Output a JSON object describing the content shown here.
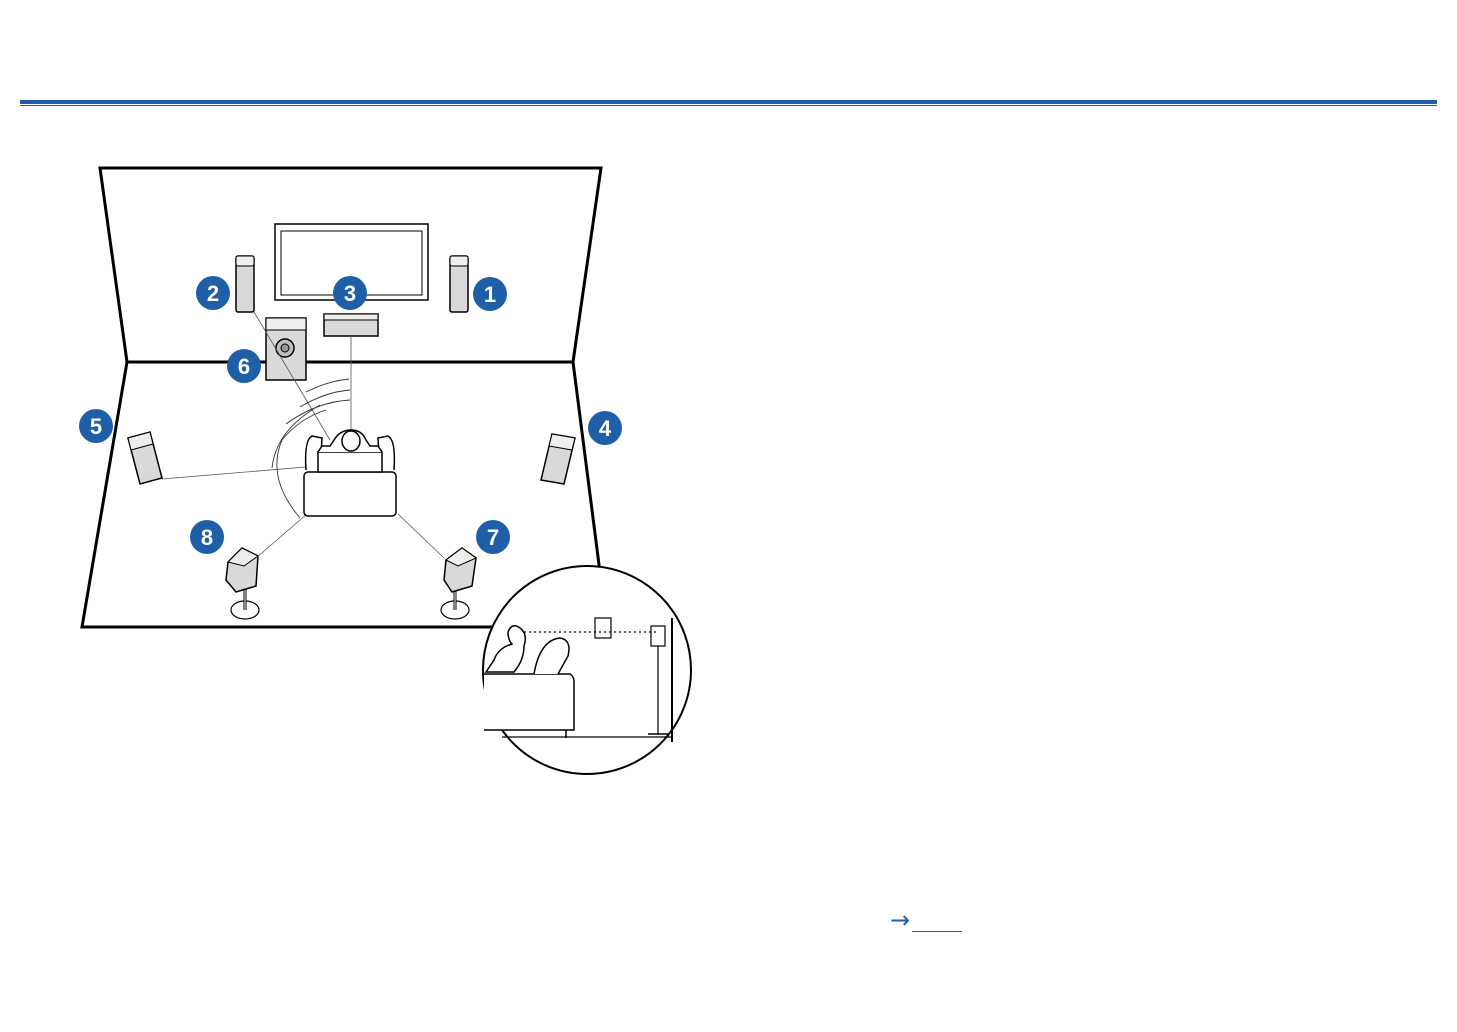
{
  "colors": {
    "accent": "#1f5fa8",
    "badge": "#1f5fa8",
    "line": "#000000",
    "speaker_fill": "#d9d9d9"
  },
  "diagram": {
    "badges": [
      {
        "id": "front-right",
        "label": "1"
      },
      {
        "id": "front-left",
        "label": "2"
      },
      {
        "id": "center",
        "label": "3"
      },
      {
        "id": "surround-right",
        "label": "4"
      },
      {
        "id": "surround-left",
        "label": "5"
      },
      {
        "id": "subwoofer",
        "label": "6"
      },
      {
        "id": "surround-back-right",
        "label": "7"
      },
      {
        "id": "surround-back-left",
        "label": "8"
      }
    ]
  },
  "reference": {
    "arrow": "→",
    "icon": "arrow-right-icon"
  }
}
